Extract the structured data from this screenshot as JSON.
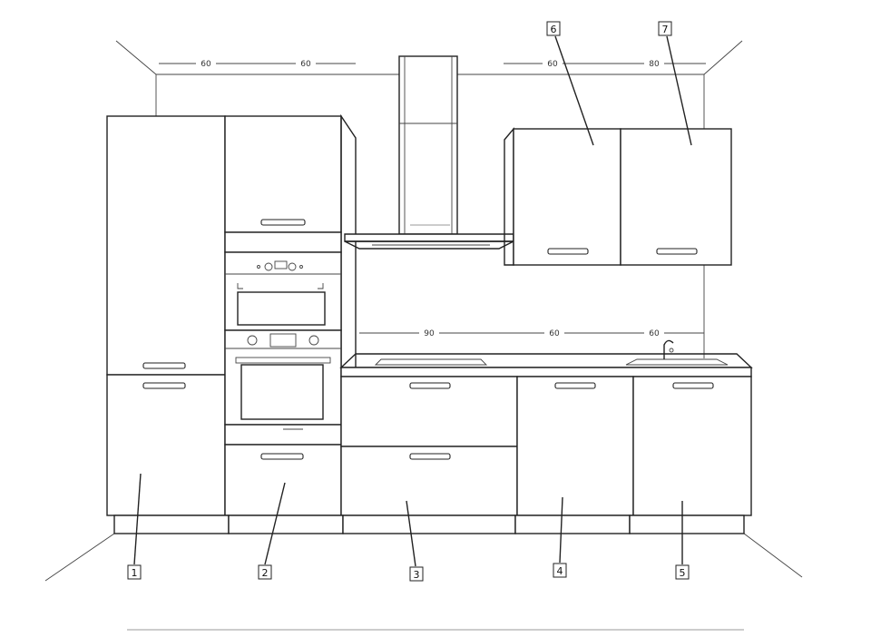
{
  "dimensions": {
    "top_left_1": "60",
    "top_left_2": "60",
    "top_right_1": "60",
    "top_right_2": "80",
    "counter_1": "90",
    "counter_2": "60",
    "counter_3": "60"
  },
  "callouts": [
    "1",
    "2",
    "3",
    "4",
    "5",
    "6",
    "7"
  ],
  "colors": {
    "line": "#222222",
    "background": "#ffffff"
  }
}
